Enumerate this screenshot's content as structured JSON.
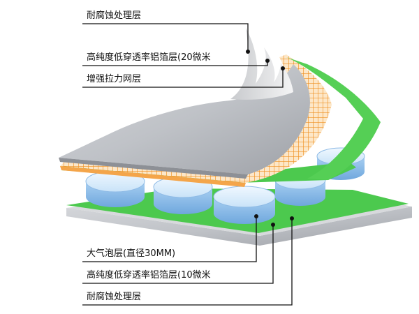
{
  "labels": {
    "top_corrosion": "耐腐蚀处理层",
    "top_foil": "高纯度低穿透率铝箔层(20微米",
    "reinforced_mesh": "增强拉力网层",
    "bubble_layer": "大气泡层(直径30MM)",
    "bottom_foil": "高纯度低穿透率铝箔层(10微米",
    "bottom_corrosion": "耐腐蚀处理层"
  },
  "colors": {
    "foil": "#b9bcc2",
    "green": "#4cc94e",
    "mesh": "#f29a2e",
    "bubble": "#9ec8ee",
    "leader": "#111111"
  }
}
